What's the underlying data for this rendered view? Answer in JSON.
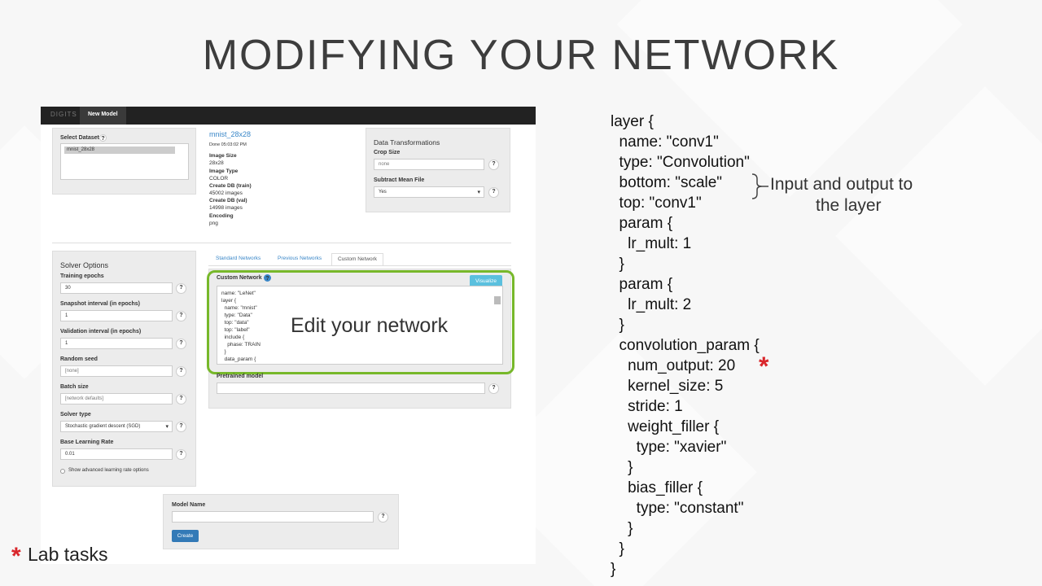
{
  "slide": {
    "title": "MODIFYING YOUR NETWORK"
  },
  "colors": {
    "accent_green": "#77b82a",
    "star_red": "#d9262b",
    "navbar": "#222222",
    "button_blue": "#337ab7",
    "visualize_blue": "#5bc0de"
  },
  "digits": {
    "brand": "DIGITS",
    "nav_tab": "New Model",
    "select_dataset_label": "Select Dataset",
    "dataset_selected": "mnist_28x28",
    "dataset_info": {
      "name": "mnist_28x28",
      "status": "Done 05:03:02 PM",
      "image_size_label": "Image Size",
      "image_size": "28x28",
      "image_type_label": "Image Type",
      "image_type": "COLOR",
      "train_label": "Create DB (train)",
      "train": "45002 images",
      "val_label": "Create DB (val)",
      "val": "14998 images",
      "encoding_label": "Encoding",
      "encoding": "png"
    },
    "data_transformations": {
      "title": "Data Transformations",
      "crop_label": "Crop Size",
      "crop_placeholder": "none",
      "mean_label": "Subtract Mean File",
      "mean_value": "Yes"
    },
    "solver": {
      "title": "Solver Options",
      "training_epochs_label": "Training epochs",
      "training_epochs": "30",
      "snapshot_label": "Snapshot interval (in epochs)",
      "snapshot": "1",
      "validation_label": "Validation interval (in epochs)",
      "validation": "1",
      "seed_label": "Random seed",
      "seed_placeholder": "[none]",
      "batch_label": "Batch size",
      "batch_placeholder": "[network defaults]",
      "solver_type_label": "Solver type",
      "solver_type": "Stochastic gradient descent (SGD)",
      "lr_label": "Base Learning Rate",
      "lr": "0.01",
      "advanced_label": "Show advanced learning rate options"
    },
    "tabs": [
      "Standard Networks",
      "Previous Networks",
      "Custom Network"
    ],
    "custom_network_label": "Custom Network",
    "visualize_label": "Visualize",
    "editor_lines": [
      "name: \"LeNet\"",
      "layer {",
      "  name: \"mnist\"",
      "  type: \"Data\"",
      "  top: \"data\"",
      "  top: \"label\"",
      "  include {",
      "    phase: TRAIN",
      "  }",
      "  data_param {"
    ],
    "pretrained_label": "Pretrained model",
    "model_name_label": "Model Name",
    "create_label": "Create"
  },
  "callout": {
    "edit_text": "Edit your network"
  },
  "code_lines": [
    "layer {",
    "  name: \"conv1\"",
    "  type: \"Convolution\"",
    "  bottom: \"scale\"",
    "  top: \"conv1\"",
    "  param {",
    "    lr_mult: 1",
    "  }",
    "  param {",
    "    lr_mult: 2",
    "  }",
    "  convolution_param {",
    "    num_output: 20",
    "    kernel_size: 5",
    "    stride: 1",
    "    weight_filler {",
    "      type: \"xavier\"",
    "    }",
    "    bias_filler {",
    "      type: \"constant\"",
    "    }",
    "  }",
    "}"
  ],
  "io_note": {
    "line1": "Input and output to",
    "line2": "the layer"
  },
  "legend": {
    "star": "*",
    "text": "Lab tasks"
  }
}
